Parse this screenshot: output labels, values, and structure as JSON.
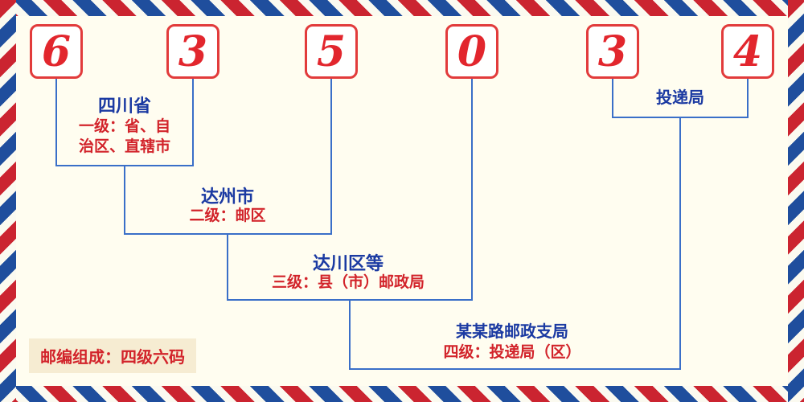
{
  "page": {
    "background": "#fffdf0",
    "accent_red": "#d2232a",
    "accent_blue": "#1b3aa2",
    "line_blue": "#3a6fc8",
    "border_red": "#cb2430",
    "border_blue": "#1f4e9d"
  },
  "postal_code": {
    "digits": [
      "6",
      "3",
      "5",
      "0",
      "3",
      "4"
    ]
  },
  "labels": {
    "province": {
      "name": "四川省",
      "desc": "一级：省、自\n治区、直辖市"
    },
    "city": {
      "name": "达州市",
      "desc": "二级：邮区"
    },
    "county": {
      "name": "达川区等",
      "desc": "三级：县（市）邮政局"
    },
    "branch": {
      "name": "某某路邮政支局",
      "desc": "四级：投递局（区）"
    },
    "delivery": {
      "name": "投递局"
    }
  },
  "footer": {
    "text": "邮编组成：四级六码"
  }
}
